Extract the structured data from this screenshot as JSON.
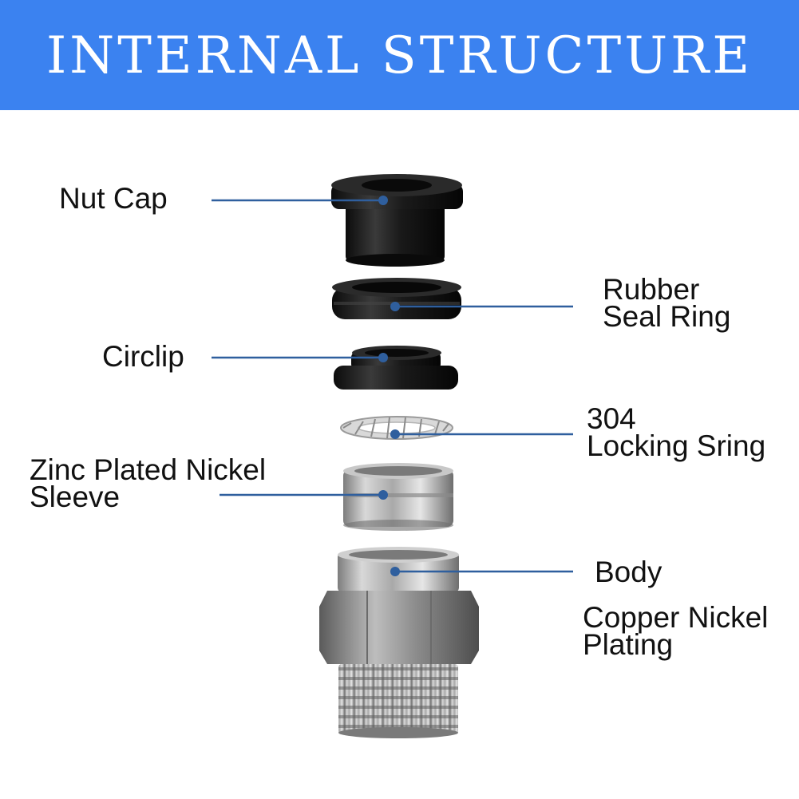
{
  "banner": {
    "title": "INTERNAL STRUCTURE",
    "color": "#3b82f0"
  },
  "leader_color": "#2f5f9e",
  "labels": {
    "nut_cap": "Nut Cap",
    "circlip": "Circlip",
    "zinc_sleeve_line1": "Zinc Plated Nickel",
    "zinc_sleeve_line2": "Sleeve",
    "rubber_seal_line1": "Rubber",
    "rubber_seal_line2": "Seal Ring",
    "locking_ring_line1": "304",
    "locking_ring_line2": "Locking Sring",
    "body": "Body",
    "copper_plating_line1": "Copper Nickel",
    "copper_plating_line2": "Plating"
  }
}
